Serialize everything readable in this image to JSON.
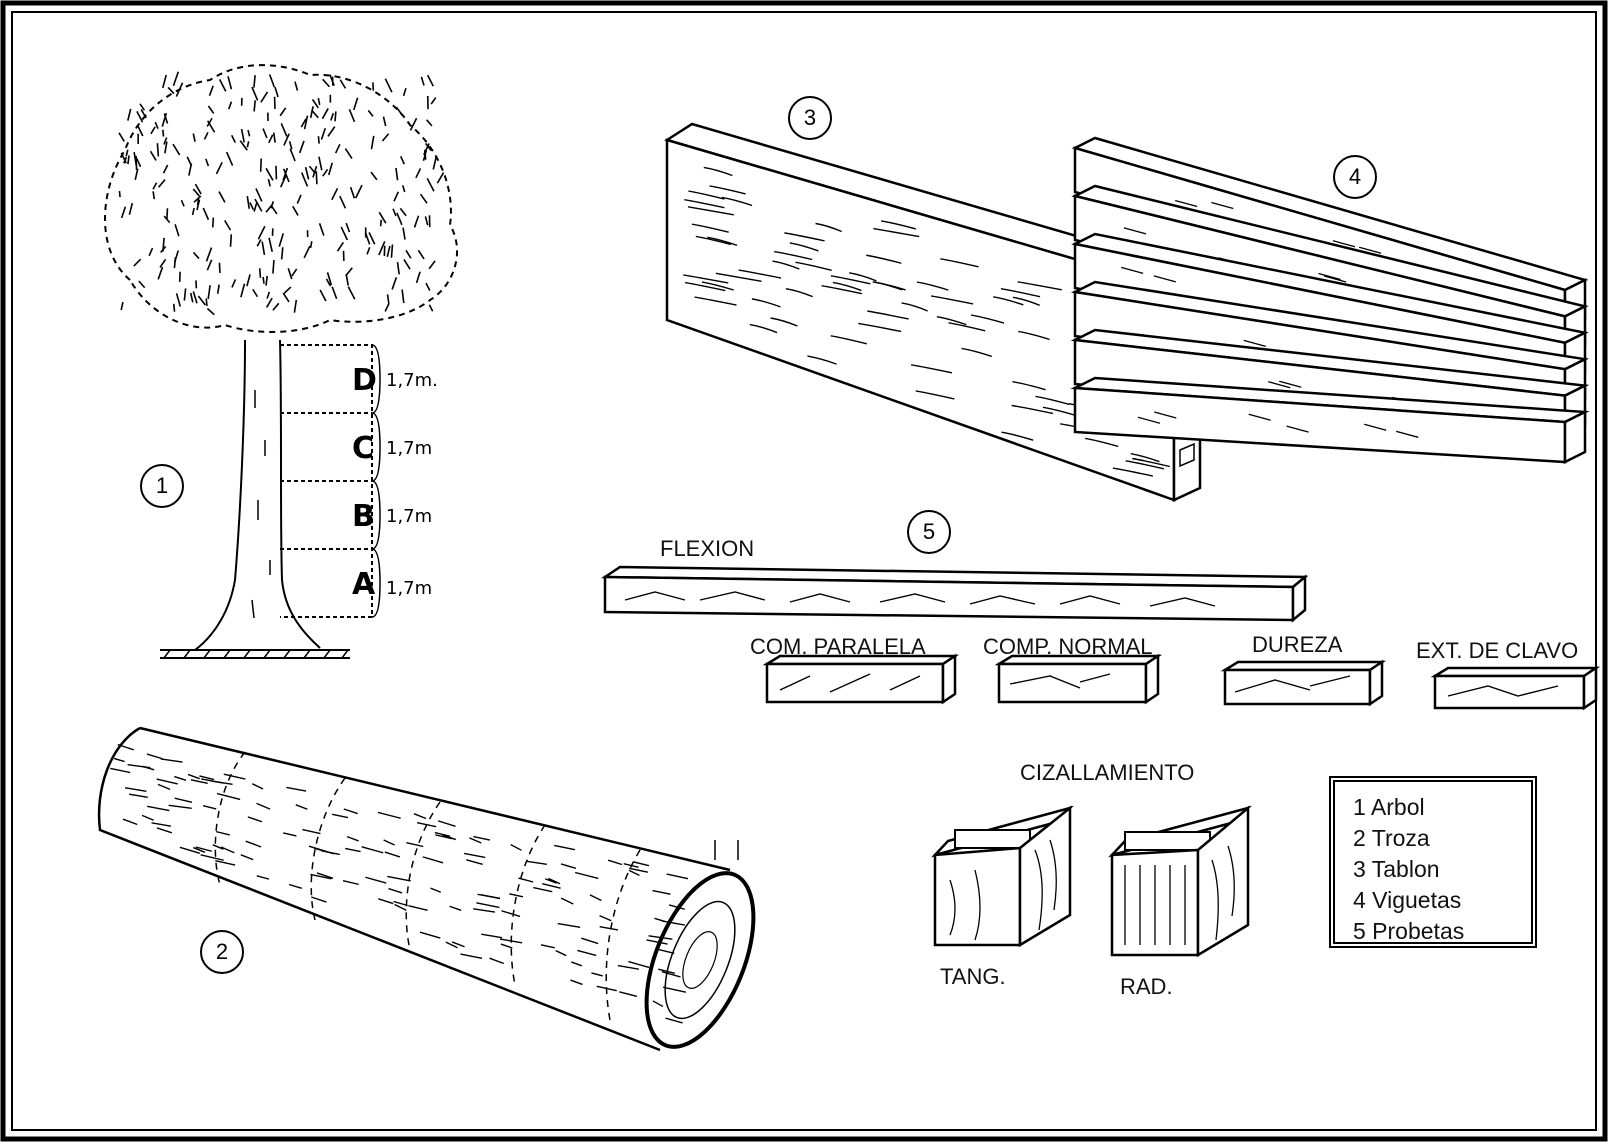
{
  "tree": {
    "number": "1",
    "segments": [
      {
        "letter": "D",
        "length": "1,7m."
      },
      {
        "letter": "C",
        "length": "1,7m"
      },
      {
        "letter": "B",
        "length": "1,7m"
      },
      {
        "letter": "A",
        "length": "1,7m"
      }
    ]
  },
  "log": {
    "number": "2"
  },
  "plank": {
    "number": "3"
  },
  "joists": {
    "number": "4"
  },
  "specimens": {
    "number": "5",
    "flexion": "FLEXION",
    "com_paralela": "COM. PARALELA",
    "comp_normal": "COMP. NORMAL",
    "dureza": "DUREZA",
    "ext_clavo": "EXT. DE CLAVO",
    "cizallamiento": "CIZALLAMIENTO",
    "tang": "TANG.",
    "rad": "RAD."
  },
  "legend": {
    "items": [
      "1 Arbol",
      "2 Troza",
      "3 Tablon",
      "4 Viguetas",
      "5 Probetas"
    ]
  },
  "colors": {
    "ink": "#000000",
    "paper": "#ffffff"
  }
}
